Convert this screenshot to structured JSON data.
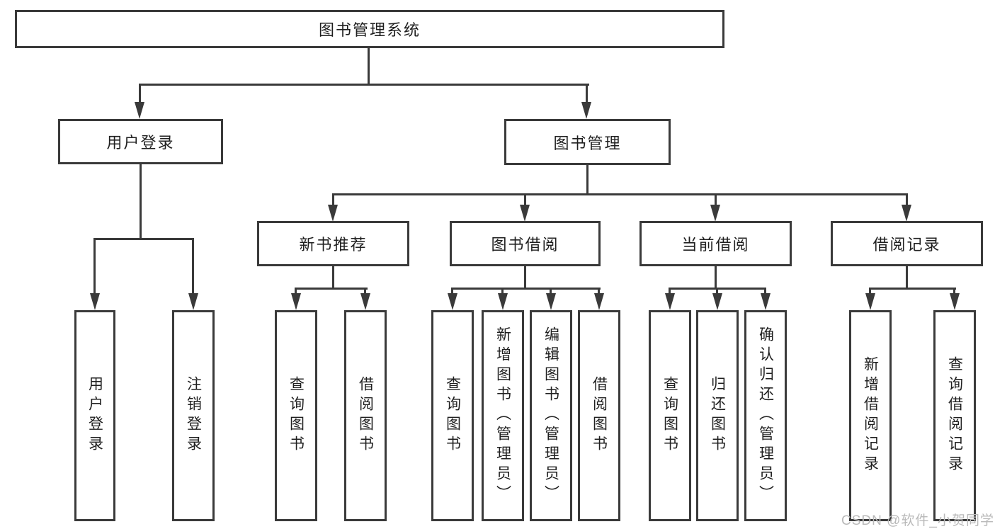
{
  "tree": {
    "root": {
      "label": "图书管理系统"
    },
    "branches": [
      {
        "label": "用户登录",
        "children": [
          {
            "label": "用户登录"
          },
          {
            "label": "注销登录"
          }
        ]
      },
      {
        "label": "图书管理",
        "children": [
          {
            "label": "新书推荐",
            "children": [
              {
                "label": "查询图书"
              },
              {
                "label": "借阅图书"
              }
            ]
          },
          {
            "label": "图书借阅",
            "children": [
              {
                "label": "查询图书"
              },
              {
                "label": "新增图书（管理员）"
              },
              {
                "label": "编辑图书（管理员）"
              },
              {
                "label": "借阅图书"
              }
            ]
          },
          {
            "label": "当前借阅",
            "children": [
              {
                "label": "查询图书"
              },
              {
                "label": "归还图书"
              },
              {
                "label": "确认归还（管理员）"
              }
            ]
          },
          {
            "label": "借阅记录",
            "children": [
              {
                "label": "新增借阅记录"
              },
              {
                "label": "查询借阅记录"
              }
            ]
          }
        ]
      }
    ]
  },
  "watermark": {
    "text": "CSDN @软件_小贺同学"
  },
  "colors": {
    "line": "#3a3a3a",
    "text": "#1f1f1f",
    "background": "#ffffff",
    "watermark": "#b9b9b9"
  }
}
